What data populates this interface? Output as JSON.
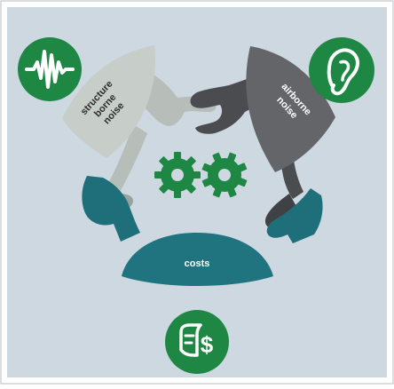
{
  "segments": {
    "structure": {
      "label_line1": "structure",
      "label_line2": "borne",
      "label_line3": "noise"
    },
    "airborne": {
      "label_line1": "airborne",
      "label_line2": "noise"
    },
    "costs": {
      "label": "costs"
    }
  },
  "icons": {
    "structure": "vibration-waveform-icon",
    "airborne": "ear-icon",
    "costs": "invoice-dollar-icon",
    "center": "gears-icon"
  },
  "colors": {
    "background": "#cdd8e1",
    "structure_fill": "#c7cdc9",
    "airborne_fill": "#636568",
    "costs_fill": "#20747f",
    "icon_green": "#1e8744",
    "text_dark": "#2d2d2d",
    "text_light": "#ffffff"
  }
}
